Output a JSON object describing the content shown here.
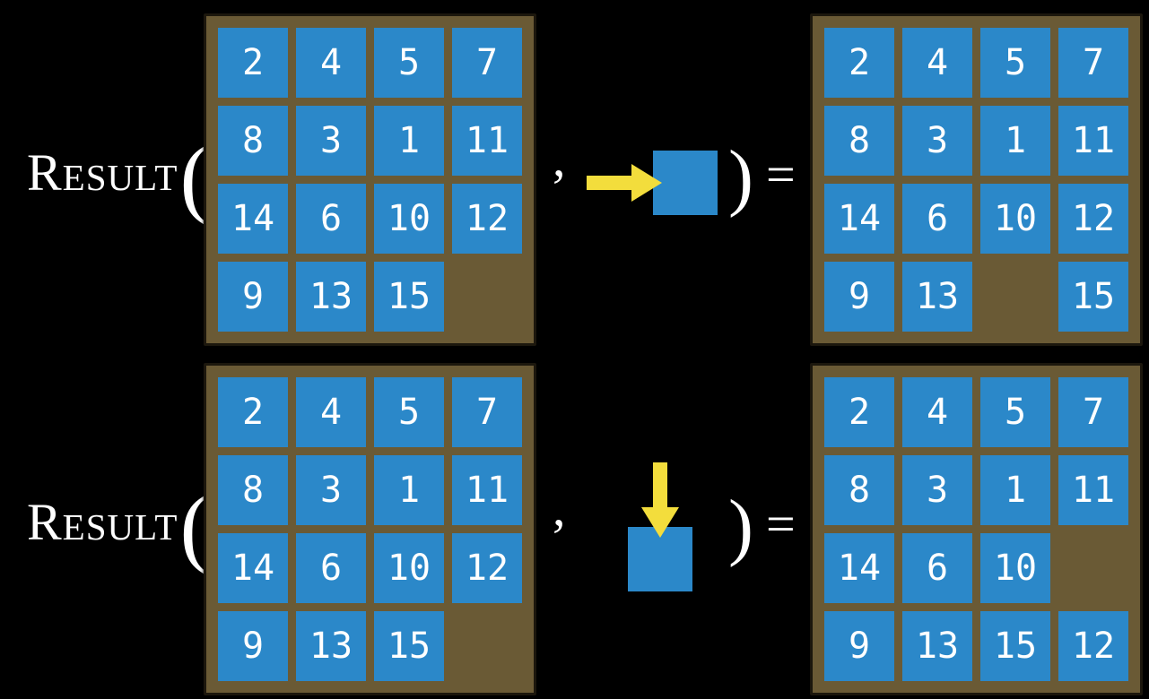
{
  "colors": {
    "background": "#000000",
    "tile_blue": "#2b88c9",
    "frame_brown": "#6a5a35",
    "frame_border": "#1c170d",
    "arrow_yellow": "#f3dd3c",
    "number_white": "#ffffff"
  },
  "rows": [
    {
      "function_label": "Result",
      "open_paren": "(",
      "comma": ",",
      "move_direction": "right",
      "move_icon": "yellow-right-arrow-into-blank-tile",
      "close_paren": ")",
      "equals": "=",
      "input_grid": [
        [
          2,
          4,
          5,
          7
        ],
        [
          8,
          3,
          1,
          11
        ],
        [
          14,
          6,
          10,
          12
        ],
        [
          9,
          13,
          15,
          null
        ]
      ],
      "output_grid": [
        [
          2,
          4,
          5,
          7
        ],
        [
          8,
          3,
          1,
          11
        ],
        [
          14,
          6,
          10,
          12
        ],
        [
          9,
          13,
          null,
          15
        ]
      ]
    },
    {
      "function_label": "Result",
      "open_paren": "(",
      "comma": ",",
      "move_direction": "down",
      "move_icon": "yellow-down-arrow-into-blank-tile",
      "close_paren": ")",
      "equals": "=",
      "input_grid": [
        [
          2,
          4,
          5,
          7
        ],
        [
          8,
          3,
          1,
          11
        ],
        [
          14,
          6,
          10,
          12
        ],
        [
          9,
          13,
          15,
          null
        ]
      ],
      "output_grid": [
        [
          2,
          4,
          5,
          7
        ],
        [
          8,
          3,
          1,
          11
        ],
        [
          14,
          6,
          10,
          null
        ],
        [
          9,
          13,
          15,
          12
        ]
      ]
    }
  ]
}
